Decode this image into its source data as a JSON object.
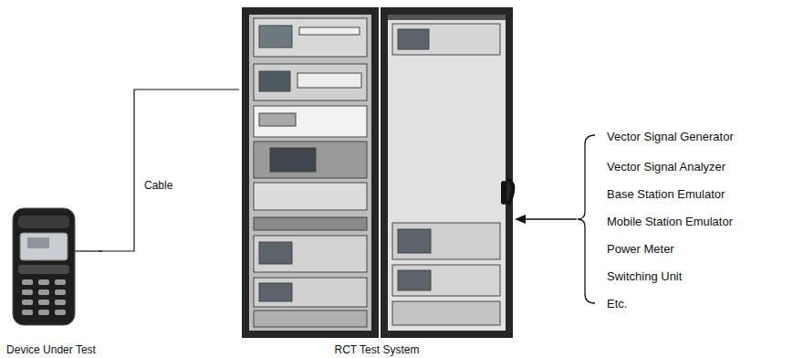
{
  "diagram": {
    "nodes": [
      {
        "text": [
          "Device Under Test"
        ]
      },
      {
        "text": [
          "RCT Test System"
        ]
      }
    ],
    "edges": [
      {
        "from": 0,
        "to": 1,
        "arrow": "none",
        "label": "Cable"
      }
    ],
    "labels": [
      "Vector Signal Generator",
      "Vector Signal Analyzer",
      "Base Station Emulator",
      "Mobile Station Emulator",
      "Power Meter",
      "Switching Unit",
      "Etc."
    ]
  }
}
